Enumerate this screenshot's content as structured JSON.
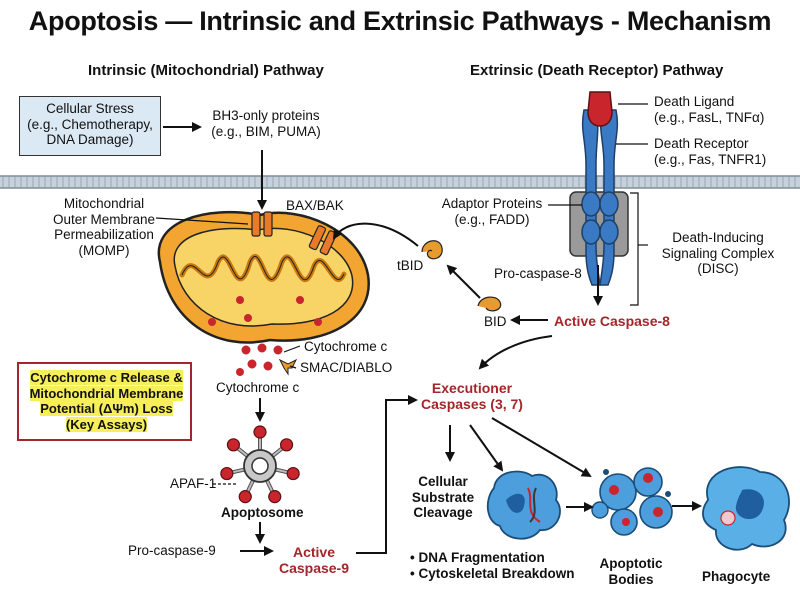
{
  "title": "Apoptosis — Intrinsic and Extrinsic Pathways - Mechanism",
  "headers": {
    "intrinsic": "Intrinsic (Mitochondrial) Pathway",
    "extrinsic": "Extrinsic (Death Receptor) Pathway"
  },
  "intrinsic": {
    "stress_lines": [
      "Cellular Stress",
      "(e.g., Chemotherapy,",
      "DNA Damage)"
    ],
    "bh3_lines": [
      "BH3-only proteins",
      "(e.g., BIM, PUMA)"
    ],
    "baxbak": "BAX/BAK",
    "momp_lines": [
      "Mitochondrial",
      "Outer Membrane",
      "Permeabilization",
      "(MOMP)"
    ],
    "cytc_label": "Cytochrome c",
    "smac": "SMAC/DIABLO",
    "cytc_below": "Cytochrome c",
    "assay_lines": [
      "Cytochrome c Release &",
      "Mitochondrial Membrane",
      "Potential (ΔΨm) Loss",
      "(Key Assays)"
    ],
    "apaf1": "APAF-1",
    "apoptosome": "Apoptosome",
    "procasp9": "Pro-caspase-9",
    "active_casp9_lines": [
      "Active",
      "Caspase-9"
    ]
  },
  "extrinsic": {
    "ligand_lines": [
      "Death Ligand",
      "(e.g., FasL, TNFα)"
    ],
    "receptor_lines": [
      "Death Receptor",
      "(e.g., Fas, TNFR1)"
    ],
    "adaptor_lines": [
      "Adaptor Proteins",
      "(e.g., FADD)"
    ],
    "disc_lines": [
      "Death-Inducing",
      "Signaling Complex",
      "(DISC)"
    ],
    "procasp8": "Pro-caspase-8",
    "active_casp8": "Active Caspase-8",
    "bid": "BID",
    "tbid": "tBID"
  },
  "execution": {
    "executioner_lines": [
      "Executioner",
      "Caspases (3, 7)"
    ],
    "substrate_lines": [
      "Cellular",
      "Substrate",
      "Cleavage"
    ],
    "bullets": [
      "• DNA Fragmentation",
      "• Cytoskeletal Breakdown"
    ],
    "apoptotic_lines": [
      "Apoptotic",
      "Bodies"
    ],
    "phagocyte": "Phagocyte"
  },
  "colors": {
    "membrane": "#b9c6d2",
    "mito_outer": "#f2a531",
    "mito_inner": "#f8d466",
    "receptor": "#3a79c4",
    "ligand": "#c9252c",
    "disc_gray": "#9a9a9a",
    "accent_red": "#a3262a",
    "tbid_orange": "#e79a2d",
    "cell_blue": "#4d9edc",
    "highlight": "#f6ef5a"
  }
}
